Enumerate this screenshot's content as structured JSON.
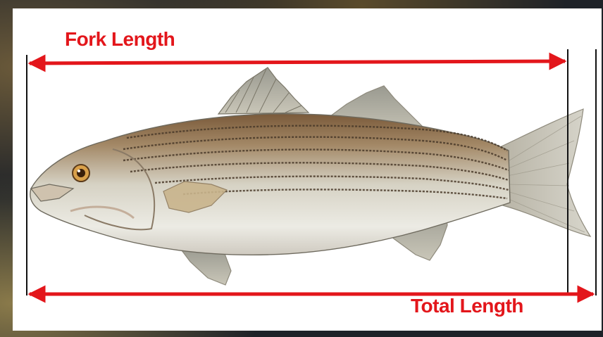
{
  "labels": {
    "fork_length": "Fork Length",
    "total_length": "Total Length"
  },
  "colors": {
    "annotation": "#e3161b",
    "frame": "#1e2228",
    "panel": "#ffffff"
  },
  "illustration": "striped-bass-fish"
}
